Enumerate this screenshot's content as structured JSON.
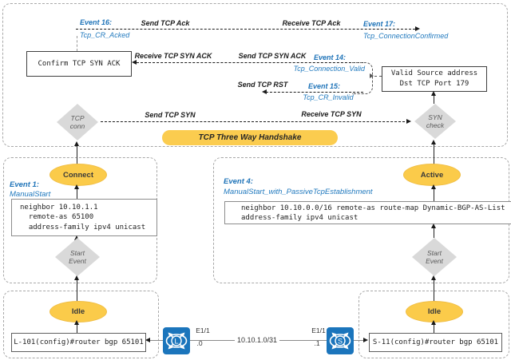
{
  "handshake": {
    "title": "TCP Three Way Handshake",
    "event16_label": "Event 16:",
    "event16_name": "Tcp_CR_Acked",
    "event17_label": "Event 17:",
    "event17_name": "Tcp_ConnectionConfirmed",
    "event14_label": "Event 14:",
    "event14_name": "Tcp_Connection_Valid",
    "event15_label": "Event 15:",
    "event15_name": "Tcp_CR_Invalid",
    "send_tcp_ack": "Send TCP Ack",
    "receive_tcp_ack": "Receive TCP Ack",
    "receive_tcp_syn_ack": "Receive TCP SYN ACK",
    "send_tcp_syn_ack": "Send TCP SYN ACK",
    "send_tcp_rst": "Send TCP RST",
    "send_tcp_syn": "Send TCP SYN",
    "receive_tcp_syn": "Receive TCP SYN",
    "confirm_box": "Confirm TCP SYN ACK",
    "valid_box": [
      "Valid Source address",
      "Dst TCP Port 179"
    ],
    "tcp_conn": [
      "TCP",
      "conn"
    ],
    "syn_check": [
      "SYN",
      "check"
    ]
  },
  "left_flow": {
    "event_label": "Event 1:",
    "event_name": "ManualStart",
    "state": "Connect",
    "config": [
      "neighbor 10.10.1.1",
      "  remote-as 65100",
      "  address-family ipv4 unicast"
    ],
    "start_event": [
      "Start",
      "Event"
    ],
    "idle": "Idle",
    "cli": "L-101(config)#router bgp 65101"
  },
  "right_flow": {
    "event_label": "Event 4:",
    "event_name": "ManualStart_with_PassiveTcpEstablishment",
    "state": "Active",
    "config": [
      "neighbor 10.10.0.0/16 remote-as route-map Dynamic-BGP-AS-List",
      "address-family ipv4 unicast"
    ],
    "start_event": [
      "Start",
      "Event"
    ],
    "idle": "Idle",
    "cli": "S-11(config)#router bgp 65101"
  },
  "link": {
    "left_router_letter": "L",
    "right_router_letter": "S",
    "left_if": "E1/1",
    "left_ip": ".0",
    "right_if": "E1/1",
    "right_ip": ".1",
    "subnet": "10.10.1.0/31"
  },
  "colors": {
    "state_yellow": "#FBCB4A",
    "diamond_gray": "#D9D9D9",
    "event_blue": "#1E73B8",
    "router_blue": "#1B75BC"
  }
}
